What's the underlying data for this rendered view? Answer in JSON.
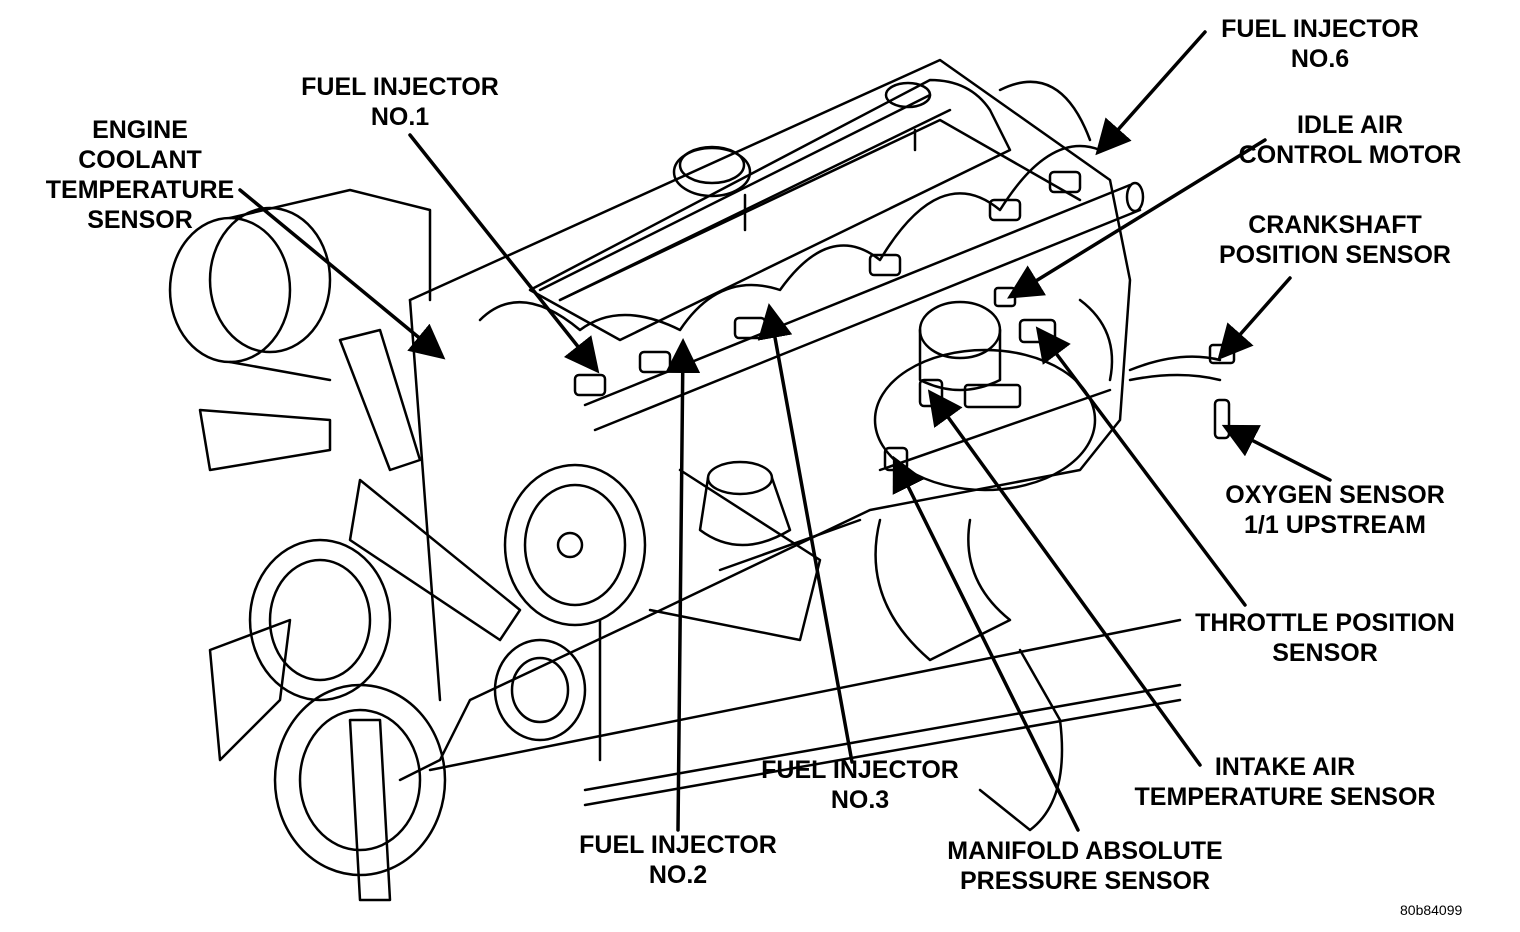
{
  "figure_id": "80b84099",
  "colors": {
    "ink": "#000000",
    "paper": "#ffffff"
  },
  "labels": {
    "ect": [
      "ENGINE",
      "COOLANT",
      "TEMPERATURE",
      "SENSOR"
    ],
    "inj1": [
      "FUEL INJECTOR",
      "NO.1"
    ],
    "inj6": [
      "FUEL INJECTOR",
      "NO.6"
    ],
    "iac": [
      "IDLE AIR",
      "CONTROL MOTOR"
    ],
    "ckp": [
      "CRANKSHAFT",
      "POSITION SENSOR"
    ],
    "o2": [
      "OXYGEN SENSOR",
      "1/1 UPSTREAM"
    ],
    "tps": [
      "THROTTLE POSITION",
      "SENSOR"
    ],
    "iat": [
      "INTAKE AIR",
      "TEMPERATURE SENSOR"
    ],
    "map": [
      "MANIFOLD ABSOLUTE",
      "PRESSURE SENSOR"
    ],
    "inj3": [
      "FUEL INJECTOR",
      "NO.3"
    ],
    "inj2": [
      "FUEL INJECTOR",
      "NO.2"
    ]
  }
}
